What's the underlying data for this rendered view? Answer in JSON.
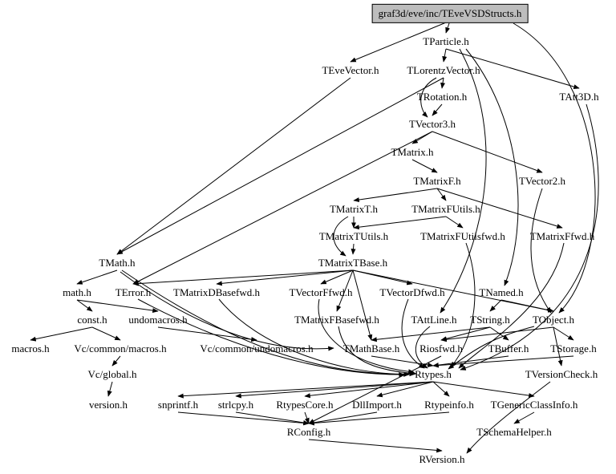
{
  "diagram": {
    "kind": "include-dependency-graph",
    "root_label": "graf3d/eve/inc/TEveVSDStructs.h",
    "background_color": "#ffffff",
    "text_color": "#000000",
    "edge_color": "#000000",
    "root_fill_color": "#bdbdbd"
  },
  "nodes": [
    {
      "id": "graf3d/eve/inc/TEveVSDStructs.h",
      "label": "graf3d/eve/inc/TEveVSDStructs.h"
    },
    {
      "id": "TParticle.h",
      "label": "TParticle.h"
    },
    {
      "id": "TEveVector.h",
      "label": "TEveVector.h"
    },
    {
      "id": "TLorentzVector.h",
      "label": "TLorentzVector.h"
    },
    {
      "id": "TRotation.h",
      "label": "TRotation.h"
    },
    {
      "id": "TAtt3D.h",
      "label": "TAtt3D.h"
    },
    {
      "id": "TVector3.h",
      "label": "TVector3.h"
    },
    {
      "id": "TMatrix.h",
      "label": "TMatrix.h"
    },
    {
      "id": "TMatrixF.h",
      "label": "TMatrixF.h"
    },
    {
      "id": "TVector2.h",
      "label": "TVector2.h"
    },
    {
      "id": "TMatrixT.h",
      "label": "TMatrixT.h"
    },
    {
      "id": "TMatrixFUtils.h",
      "label": "TMatrixFUtils.h"
    },
    {
      "id": "TMatrixTUtils.h",
      "label": "TMatrixTUtils.h"
    },
    {
      "id": "TMatrixFUtilsfwd.h",
      "label": "TMatrixFUtilsfwd.h"
    },
    {
      "id": "TMatrixFfwd.h",
      "label": "TMatrixFfwd.h"
    },
    {
      "id": "TMath.h",
      "label": "TMath.h"
    },
    {
      "id": "TMatrixTBase.h",
      "label": "TMatrixTBase.h"
    },
    {
      "id": "math.h",
      "label": "math.h"
    },
    {
      "id": "TError.h",
      "label": "TError.h"
    },
    {
      "id": "TMatrixDBasefwd.h",
      "label": "TMatrixDBasefwd.h"
    },
    {
      "id": "TVectorFfwd.h",
      "label": "TVectorFfwd.h"
    },
    {
      "id": "TVectorDfwd.h",
      "label": "TVectorDfwd.h"
    },
    {
      "id": "TNamed.h",
      "label": "TNamed.h"
    },
    {
      "id": "const.h",
      "label": "const.h"
    },
    {
      "id": "undomacros.h",
      "label": "undomacros.h"
    },
    {
      "id": "TMatrixFBasefwd.h",
      "label": "TMatrixFBasefwd.h"
    },
    {
      "id": "TAttLine.h",
      "label": "TAttLine.h"
    },
    {
      "id": "TString.h",
      "label": "TString.h"
    },
    {
      "id": "TObject.h",
      "label": "TObject.h"
    },
    {
      "id": "macros.h",
      "label": "macros.h"
    },
    {
      "id": "Vc/common/macros.h",
      "label": "Vc/common/macros.h"
    },
    {
      "id": "Vc/common/undomacros.h",
      "label": "Vc/common/undomacros.h"
    },
    {
      "id": "TMathBase.h",
      "label": "TMathBase.h"
    },
    {
      "id": "Riosfwd.h",
      "label": "Riosfwd.h"
    },
    {
      "id": "TBuffer.h",
      "label": "TBuffer.h"
    },
    {
      "id": "TStorage.h",
      "label": "TStorage.h"
    },
    {
      "id": "Vc/global.h",
      "label": "Vc/global.h"
    },
    {
      "id": "Rtypes.h",
      "label": "Rtypes.h"
    },
    {
      "id": "TVersionCheck.h",
      "label": "TVersionCheck.h"
    },
    {
      "id": "version.h",
      "label": "version.h"
    },
    {
      "id": "snprintf.h",
      "label": "snprintf.h"
    },
    {
      "id": "strlcpy.h",
      "label": "strlcpy.h"
    },
    {
      "id": "RtypesCore.h",
      "label": "RtypesCore.h"
    },
    {
      "id": "DllImport.h",
      "label": "DllImport.h"
    },
    {
      "id": "Rtypeinfo.h",
      "label": "Rtypeinfo.h"
    },
    {
      "id": "TGenericClassInfo.h",
      "label": "TGenericClassInfo.h"
    },
    {
      "id": "RConfig.h",
      "label": "RConfig.h"
    },
    {
      "id": "TSchemaHelper.h",
      "label": "TSchemaHelper.h"
    },
    {
      "id": "RVersion.h",
      "label": "RVersion.h"
    }
  ],
  "edges": [
    {
      "from": "graf3d/eve/inc/TEveVSDStructs.h",
      "to": "TParticle.h"
    },
    {
      "from": "graf3d/eve/inc/TEveVSDStructs.h",
      "to": "TEveVector.h"
    },
    {
      "from": "graf3d/eve/inc/TEveVSDStructs.h",
      "to": "TObject.h"
    },
    {
      "from": "TParticle.h",
      "to": "TLorentzVector.h"
    },
    {
      "from": "TParticle.h",
      "to": "TAtt3D.h"
    },
    {
      "from": "TParticle.h",
      "to": "TNamed.h"
    },
    {
      "from": "TParticle.h",
      "to": "TAttLine.h"
    },
    {
      "from": "TEveVector.h",
      "to": "TMath.h"
    },
    {
      "from": "TLorentzVector.h",
      "to": "TRotation.h"
    },
    {
      "from": "TLorentzVector.h",
      "to": "TVector3.h"
    },
    {
      "from": "TLorentzVector.h",
      "to": "TMath.h"
    },
    {
      "from": "TRotation.h",
      "to": "TVector3.h"
    },
    {
      "from": "TVector3.h",
      "to": "TMatrix.h"
    },
    {
      "from": "TVector3.h",
      "to": "TVector2.h"
    },
    {
      "from": "TVector3.h",
      "to": "TError.h"
    },
    {
      "from": "TMatrix.h",
      "to": "TMatrixF.h"
    },
    {
      "from": "TMatrixF.h",
      "to": "TMatrixT.h"
    },
    {
      "from": "TMatrixF.h",
      "to": "TMatrixFUtils.h"
    },
    {
      "from": "TMatrixF.h",
      "to": "TMatrixFfwd.h"
    },
    {
      "from": "TVector2.h",
      "to": "TObject.h"
    },
    {
      "from": "TMatrixT.h",
      "to": "TMatrixTUtils.h"
    },
    {
      "from": "TMatrixT.h",
      "to": "TMatrixTBase.h"
    },
    {
      "from": "TMatrixFUtils.h",
      "to": "TMatrixTUtils.h"
    },
    {
      "from": "TMatrixFUtils.h",
      "to": "TMatrixFUtilsfwd.h"
    },
    {
      "from": "TMatrixTUtils.h",
      "to": "TMatrixTBase.h"
    },
    {
      "from": "TMatrixFUtilsfwd.h",
      "to": "Rtypes.h"
    },
    {
      "from": "TMatrixFfwd.h",
      "to": "Rtypes.h"
    },
    {
      "from": "TMath.h",
      "to": "math.h"
    },
    {
      "from": "TMath.h",
      "to": "Rtypes.h"
    },
    {
      "from": "TMath.h",
      "to": "TMathBase.h"
    },
    {
      "from": "TMatrixTBase.h",
      "to": "TError.h"
    },
    {
      "from": "TMatrixTBase.h",
      "to": "TMatrixDBasefwd.h"
    },
    {
      "from": "TMatrixTBase.h",
      "to": "TVectorFfwd.h"
    },
    {
      "from": "TMatrixTBase.h",
      "to": "TVectorDfwd.h"
    },
    {
      "from": "TMatrixTBase.h",
      "to": "TMatrixFBasefwd.h"
    },
    {
      "from": "TMatrixTBase.h",
      "to": "TMathBase.h"
    },
    {
      "from": "TMatrixTBase.h",
      "to": "TObject.h"
    },
    {
      "from": "math.h",
      "to": "const.h"
    },
    {
      "from": "math.h",
      "to": "undomacros.h"
    },
    {
      "from": "TError.h",
      "to": "Rtypes.h"
    },
    {
      "from": "TMatrixDBasefwd.h",
      "to": "Rtypes.h"
    },
    {
      "from": "TVectorFfwd.h",
      "to": "Rtypes.h"
    },
    {
      "from": "TVectorDfwd.h",
      "to": "Rtypes.h"
    },
    {
      "from": "TNamed.h",
      "to": "TObject.h"
    },
    {
      "from": "TNamed.h",
      "to": "TString.h"
    },
    {
      "from": "const.h",
      "to": "macros.h"
    },
    {
      "from": "const.h",
      "to": "Vc/common/macros.h"
    },
    {
      "from": "undomacros.h",
      "to": "Vc/common/undomacros.h"
    },
    {
      "from": "TMatrixFBasefwd.h",
      "to": "Rtypes.h"
    },
    {
      "from": "TAttLine.h",
      "to": "Rtypes.h"
    },
    {
      "from": "TAtt3D.h",
      "to": "Rtypes.h"
    },
    {
      "from": "TString.h",
      "to": "Riosfwd.h"
    },
    {
      "from": "TString.h",
      "to": "TMathBase.h"
    },
    {
      "from": "TString.h",
      "to": "TBuffer.h"
    },
    {
      "from": "TObject.h",
      "to": "Rtypes.h"
    },
    {
      "from": "TObject.h",
      "to": "TStorage.h"
    },
    {
      "from": "TObject.h",
      "to": "TVersionCheck.h"
    },
    {
      "from": "TObject.h",
      "to": "Riosfwd.h"
    },
    {
      "from": "Vc/common/macros.h",
      "to": "Vc/global.h"
    },
    {
      "from": "TMathBase.h",
      "to": "Rtypes.h"
    },
    {
      "from": "Riosfwd.h",
      "to": "RConfig.h"
    },
    {
      "from": "TBuffer.h",
      "to": "Rtypes.h"
    },
    {
      "from": "TStorage.h",
      "to": "Rtypes.h"
    },
    {
      "from": "Vc/global.h",
      "to": "version.h"
    },
    {
      "from": "Rtypes.h",
      "to": "snprintf.h"
    },
    {
      "from": "Rtypes.h",
      "to": "strlcpy.h"
    },
    {
      "from": "Rtypes.h",
      "to": "RtypesCore.h"
    },
    {
      "from": "Rtypes.h",
      "to": "DllImport.h"
    },
    {
      "from": "Rtypes.h",
      "to": "Rtypeinfo.h"
    },
    {
      "from": "Rtypes.h",
      "to": "TGenericClassInfo.h"
    },
    {
      "from": "TVersionCheck.h",
      "to": "RVersion.h"
    },
    {
      "from": "snprintf.h",
      "to": "RConfig.h"
    },
    {
      "from": "strlcpy.h",
      "to": "RConfig.h"
    },
    {
      "from": "RtypesCore.h",
      "to": "RConfig.h"
    },
    {
      "from": "DllImport.h",
      "to": "RConfig.h"
    },
    {
      "from": "Rtypeinfo.h",
      "to": "RConfig.h"
    },
    {
      "from": "TGenericClassInfo.h",
      "to": "TSchemaHelper.h"
    },
    {
      "from": "RConfig.h",
      "to": "RVersion.h"
    }
  ]
}
